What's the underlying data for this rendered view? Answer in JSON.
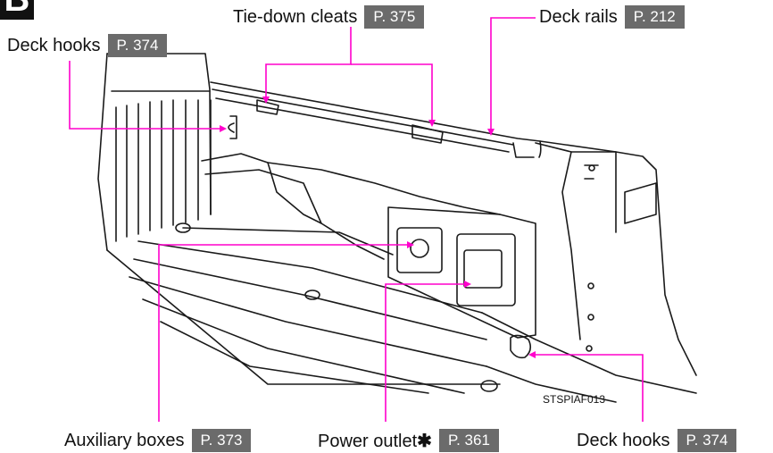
{
  "section_mark": "B",
  "image_code": "STSPIAF013",
  "callouts": {
    "tie_down_cleats": {
      "label": "Tie-down cleats",
      "page": "P. 375"
    },
    "deck_rails": {
      "label": "Deck rails",
      "page": "P. 212"
    },
    "deck_hooks_top": {
      "label": "Deck hooks",
      "page": "P. 374"
    },
    "auxiliary_boxes": {
      "label": "Auxiliary boxes",
      "page": "P. 373"
    },
    "power_outlet": {
      "label": "Power outlet",
      "mark": "✱",
      "page": "P. 361"
    },
    "deck_hooks_bottom": {
      "label": "Deck hooks",
      "page": "P. 374"
    }
  },
  "colors": {
    "leader": "#ff00cc",
    "page_box": "#6b6b6b",
    "line_art": "#1a1a1a"
  }
}
